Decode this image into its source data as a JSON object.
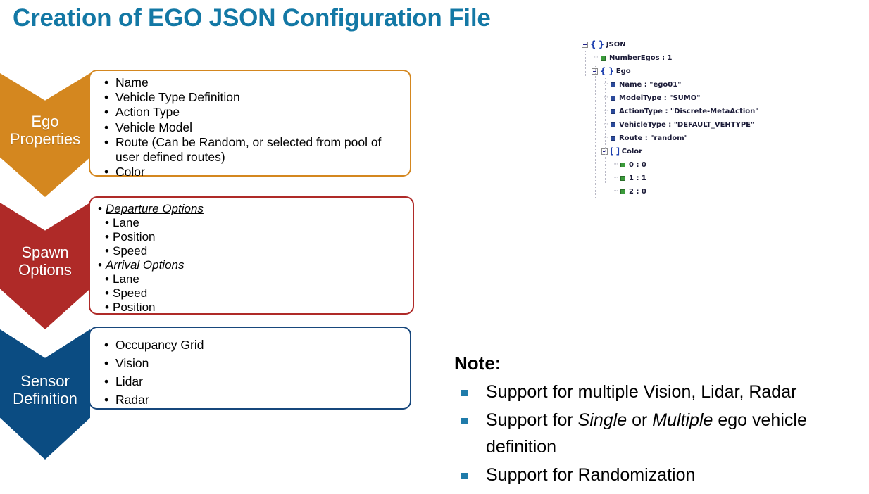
{
  "title": "Creation of EGO JSON Configuration File",
  "colors": {
    "title": "#1378A5",
    "ego": "#D4871F",
    "spawn": "#AF2A28",
    "sensor": "#0B4C82",
    "sensor_border": "#17477C",
    "note_bullet": "#1F7BAA",
    "tree_object": "#1C3FAF",
    "tree_number": "#3B9B3B",
    "tree_string": "#2B4A9B"
  },
  "stages": [
    {
      "id": "ego",
      "label_line1": "Ego",
      "label_line2": "Properties",
      "items": [
        "Name",
        "Vehicle Type Definition",
        "Action Type",
        "Vehicle Model",
        "Route (Can be Random, or selected from pool of user defined routes)",
        "Color"
      ]
    },
    {
      "id": "spawn",
      "label_line1": "Spawn",
      "label_line2": "Options",
      "items": [
        {
          "text": "Departure Options",
          "level": 0,
          "header": true
        },
        {
          "text": "Lane",
          "level": 1,
          "header": false
        },
        {
          "text": "Position",
          "level": 1,
          "header": false
        },
        {
          "text": "Speed",
          "level": 1,
          "header": false
        },
        {
          "text": "Arrival Options",
          "level": 0,
          "header": true
        },
        {
          "text": "Lane",
          "level": 1,
          "header": false
        },
        {
          "text": "Speed",
          "level": 1,
          "header": false
        },
        {
          "text": "Position",
          "level": 1,
          "header": false
        }
      ]
    },
    {
      "id": "sensor",
      "label_line1": "Sensor",
      "label_line2": "Definition",
      "items": [
        "Occupancy Grid",
        "Vision",
        "Lidar",
        "Radar"
      ]
    }
  ],
  "json_tree": {
    "nodes": [
      {
        "depth": 0,
        "kind": "object",
        "label": "JSON",
        "value": "",
        "expander": true
      },
      {
        "depth": 1,
        "kind": "number",
        "label": "NumberEgos",
        "value": "1",
        "expander": false
      },
      {
        "depth": 1,
        "kind": "object",
        "label": "Ego",
        "value": "",
        "expander": true
      },
      {
        "depth": 2,
        "kind": "string",
        "label": "Name",
        "value": "\"ego01\"",
        "expander": false
      },
      {
        "depth": 2,
        "kind": "string",
        "label": "ModelType",
        "value": "\"SUMO\"",
        "expander": false
      },
      {
        "depth": 2,
        "kind": "string",
        "label": "ActionType",
        "value": "\"Discrete-MetaAction\"",
        "expander": false
      },
      {
        "depth": 2,
        "kind": "string",
        "label": "VehicleType",
        "value": "\"DEFAULT_VEHTYPE\"",
        "expander": false
      },
      {
        "depth": 2,
        "kind": "string",
        "label": "Route",
        "value": "\"random\"",
        "expander": false
      },
      {
        "depth": 2,
        "kind": "array",
        "label": "Color",
        "value": "",
        "expander": true
      },
      {
        "depth": 3,
        "kind": "number",
        "label": "0",
        "value": "0",
        "expander": false
      },
      {
        "depth": 3,
        "kind": "number",
        "label": "1",
        "value": "1",
        "expander": false
      },
      {
        "depth": 3,
        "kind": "number",
        "label": "2",
        "value": "0",
        "expander": false
      }
    ]
  },
  "note": {
    "heading": "Note:",
    "items": [
      {
        "prefix": "Support for multiple Vision, Lidar, Radar",
        "em1": "",
        "mid": "",
        "em2": "",
        "suffix": ""
      },
      {
        "prefix": "Support for ",
        "em1": "Single",
        "mid": " or ",
        "em2": "Multiple",
        "suffix": " ego vehicle definition"
      },
      {
        "prefix": "Support for Randomization",
        "em1": "",
        "mid": "",
        "em2": "",
        "suffix": ""
      }
    ]
  }
}
